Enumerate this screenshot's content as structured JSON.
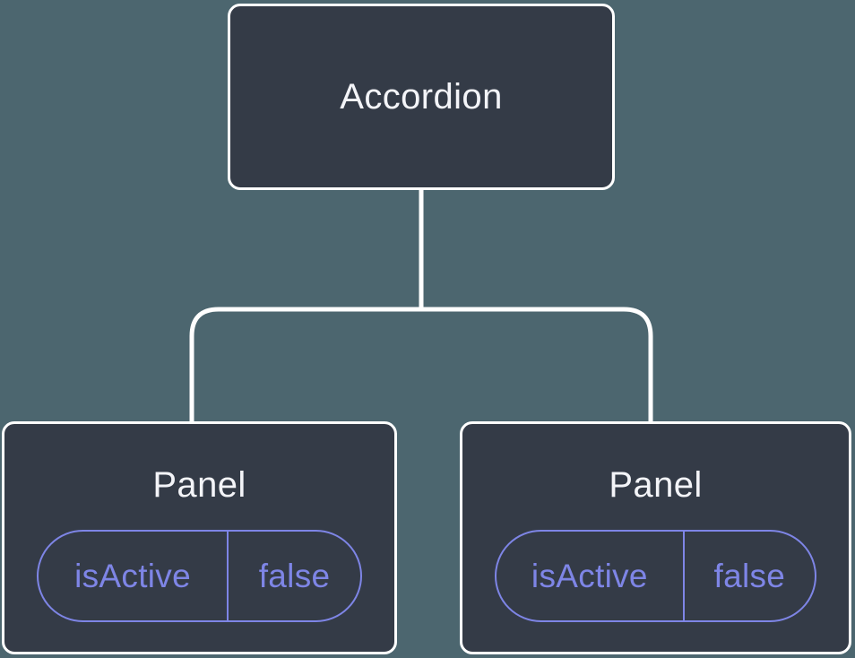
{
  "colors": {
    "background": "#4C666F",
    "node_fill": "#343B47",
    "node_border": "#FFFFFF",
    "connector": "#FFFFFF",
    "accent": "#7E85E6",
    "title_text": "#F3F4F8"
  },
  "tree": {
    "root": {
      "label": "Accordion"
    },
    "children": [
      {
        "label": "Panel",
        "state": {
          "key": "isActive",
          "value": "false"
        }
      },
      {
        "label": "Panel",
        "state": {
          "key": "isActive",
          "value": "false"
        }
      }
    ]
  }
}
